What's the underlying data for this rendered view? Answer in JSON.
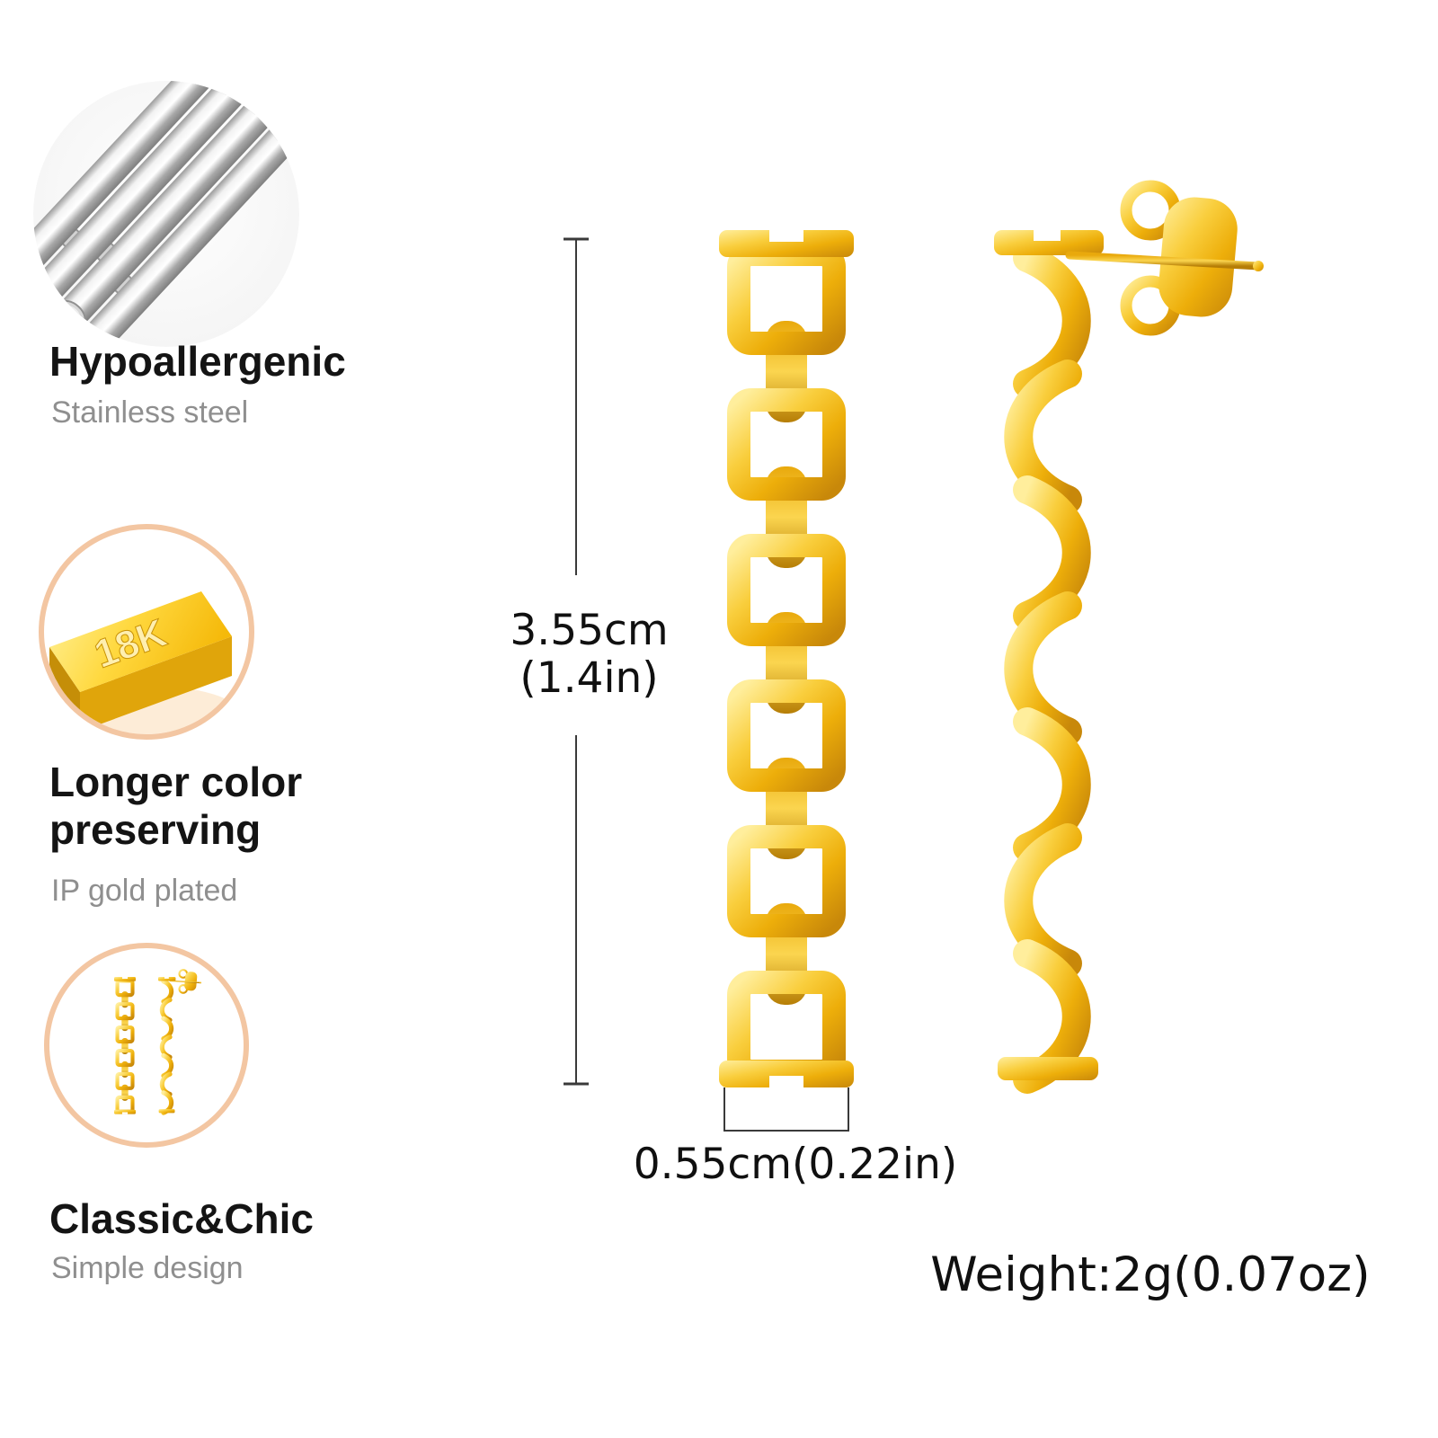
{
  "features": [
    {
      "icon": "steel-rods",
      "title": "Hypoallergenic",
      "subtitle": "Stainless steel"
    },
    {
      "icon": "gold-bar",
      "badge": "18K",
      "title": "Longer color preserving",
      "subtitle": "IP gold plated"
    },
    {
      "icon": "earrings",
      "title": "Classic&Chic",
      "subtitle": "Simple design"
    }
  ],
  "measurements": {
    "height_cm": "3.55cm",
    "height_in": "(1.4in)",
    "width": "0.55cm(0.22in)",
    "weight": "Weight:2g(0.07oz)"
  },
  "colors": {
    "gold": "#EDAE0A",
    "gold_highlight": "#FFEE9C",
    "gold_shadow": "#C8880A",
    "peach_ring": "#F3C6A2",
    "steel": "#B9B9B9",
    "text_dark": "#141414",
    "text_gray": "#8F8F8F",
    "dimension_line": "#3A3A3A",
    "background": "#FFFFFF"
  }
}
